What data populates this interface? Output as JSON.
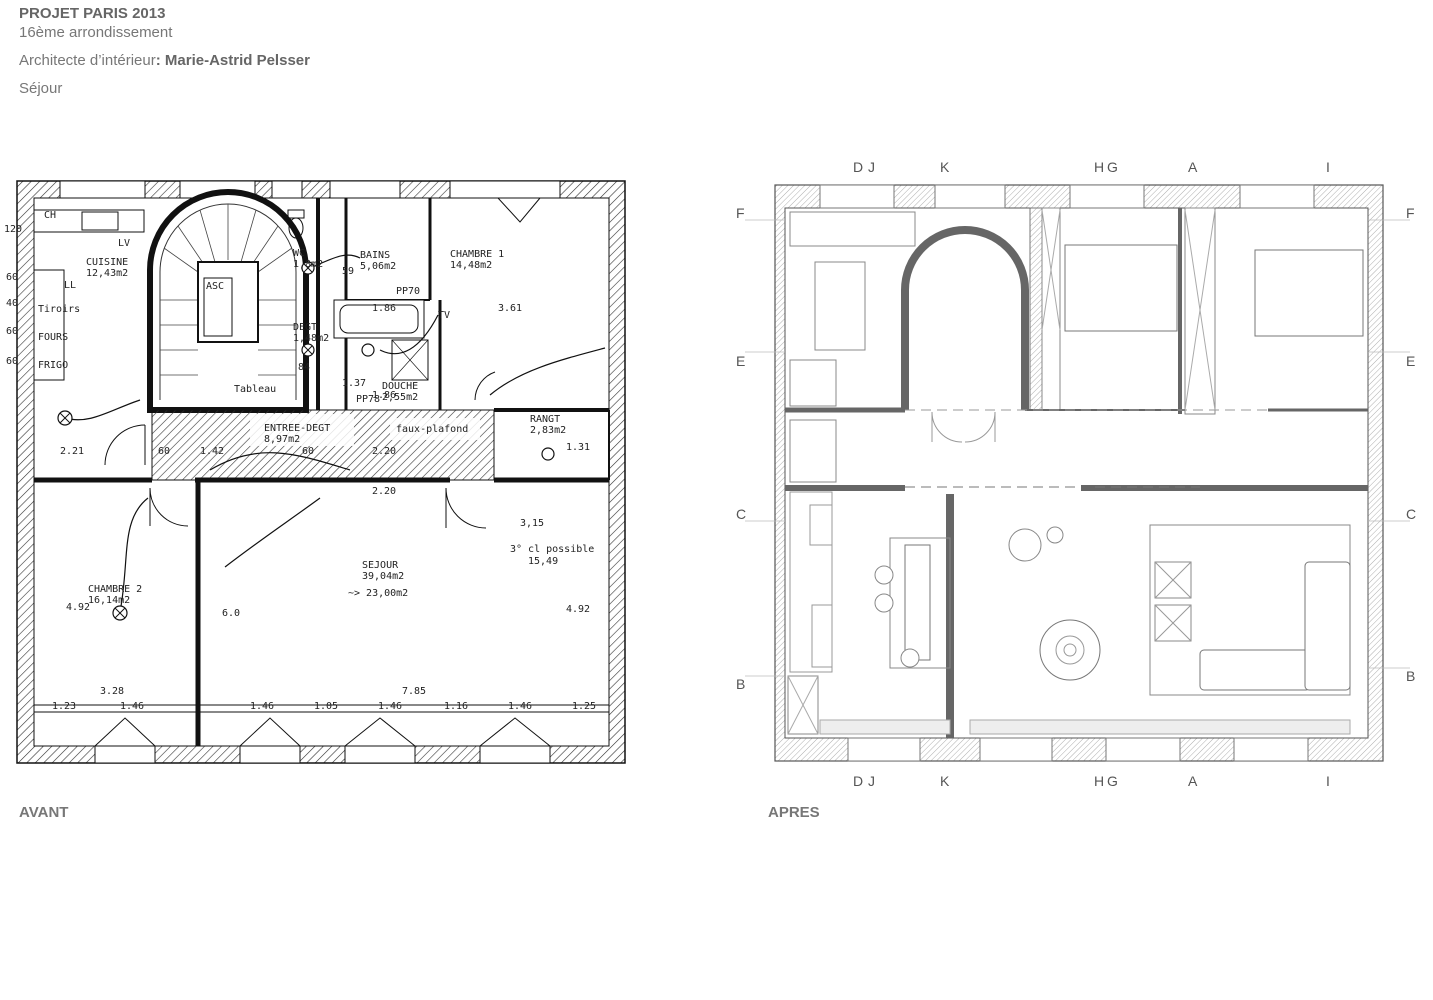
{
  "header": {
    "project": "PROJET PARIS 2013",
    "district": "16ème arrondissement",
    "architect_prefix": "Architecte d’intérieur",
    "architect_name": ": Marie-Astrid Pelsser",
    "room": "Séjour"
  },
  "captions": {
    "before": "AVANT",
    "after": "APRES"
  },
  "avant": {
    "rooms": [
      {
        "name": "CUISINE",
        "area": "12,43m2"
      },
      {
        "name": "WC",
        "area": "1,8m2"
      },
      {
        "name": "BAINS",
        "area": "5,06m2"
      },
      {
        "name": "CHAMBRE 1",
        "area": "14,48m2"
      },
      {
        "name": "DEGT",
        "area": "1,48m2"
      },
      {
        "name": "DOUCHE",
        "area": "2,55m2"
      },
      {
        "name": "ENTREE-DEGT",
        "area": "8,97m2"
      },
      {
        "name": "RANGT",
        "area": "2,83m2"
      },
      {
        "name": "CHAMBRE 2",
        "area": "16,14m2"
      },
      {
        "name": "SEJOUR",
        "area": "39,04m2"
      }
    ],
    "labels": {
      "asc": "ASC",
      "tableau": "Tableau",
      "lv": "LV",
      "ll": "LL",
      "tiroirs": "Tiroirs",
      "fours": "FOURS",
      "frigo": "FRIGO",
      "ch": "CH",
      "tv": "TV",
      "faux_plafond": "faux-plafond",
      "sejour_note1": "3,15",
      "sejour_note2": "3° cl possible",
      "sejour_note3": "15,49",
      "sejour_note4": "~> 23,00m2",
      "pp70": "PP70",
      "pp78": "PP78"
    },
    "dims": [
      "120",
      "60",
      "40",
      "60",
      "60",
      "2.21",
      "60",
      "1.42",
      "60",
      "2.20",
      "1.86",
      "1.86",
      "3.61",
      "2.20",
      "4.92",
      "4.92",
      "3.28",
      "7.85",
      "1.23",
      "1.46",
      "1.46",
      "1.05",
      "1.46",
      "1.16",
      "1.46",
      "1.25",
      "59",
      "84",
      "1.37",
      "1.31",
      "6.0"
    ]
  },
  "apres": {
    "grid_top": [
      "D",
      "J",
      "K",
      "H",
      "G",
      "A",
      "I"
    ],
    "grid_bottom": [
      "D",
      "J",
      "K",
      "H",
      "G",
      "A",
      "I"
    ],
    "grid_left": [
      "F",
      "E",
      "C",
      "B"
    ],
    "grid_right": [
      "F",
      "E",
      "C",
      "B"
    ]
  }
}
